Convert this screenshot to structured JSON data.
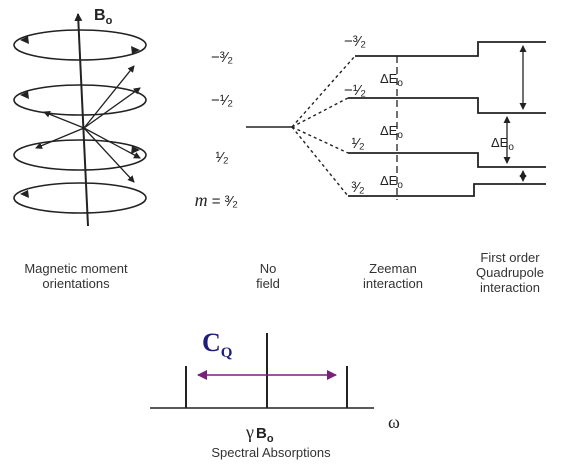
{
  "magnetic": {
    "b0_symbol": "B",
    "b0_subscript": "o",
    "caption_line1": "Magnetic moment",
    "caption_line2": "orientations"
  },
  "m_labels": {
    "m_symbol": "m",
    "m_equals": " = ",
    "values": [
      "−³⁄₂",
      "−¹⁄₂",
      "¹⁄₂",
      "³⁄₂"
    ]
  },
  "energy_diagram": {
    "zeeman_levels": [
      "−³⁄₂",
      "−¹⁄₂",
      "¹⁄₂",
      "³⁄₂"
    ],
    "delta_e": "ΔE",
    "delta_e_sub": "o",
    "captions": {
      "no_field": [
        "No",
        "field"
      ],
      "zeeman": [
        "Zeeman",
        "interaction"
      ],
      "quadrupole": [
        "First order",
        "Quadrupole",
        "interaction"
      ]
    }
  },
  "spectrum": {
    "cq_main": "C",
    "cq_sub": "Q",
    "x_symbol": "ω",
    "center_gamma": "γ",
    "center_b": "B",
    "center_sub": "o",
    "caption": "Spectral Absorptions"
  },
  "colors": {
    "cq_text": "#1f1f7a",
    "cq_arrow": "#7a1f7a",
    "ink": "#222222"
  }
}
